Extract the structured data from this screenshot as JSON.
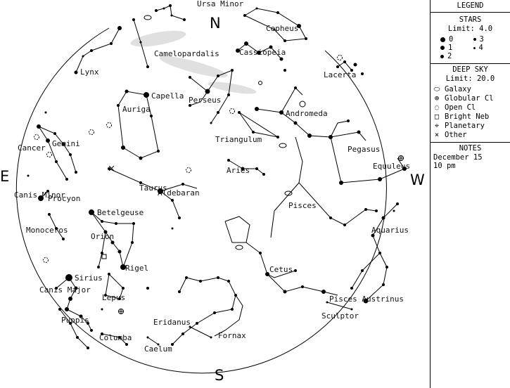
{
  "directions": {
    "north": "N",
    "south": "S",
    "east": "E",
    "west": "W"
  },
  "legend": {
    "title": "LEGEND",
    "stars_title": "STARS",
    "stars_limit": "Limit: 4.0",
    "magnitudes": [
      "0",
      "1",
      "2",
      "3",
      "4"
    ],
    "deep_sky_title": "DEEP SKY",
    "deep_sky_limit": "Limit: 20.0",
    "deep_sky_items": [
      {
        "label": "Galaxy",
        "icon": "ellipse-icon"
      },
      {
        "label": "Globular Cl",
        "icon": "circle-plus-icon"
      },
      {
        "label": "Open Cl",
        "icon": "dashed-circle-icon"
      },
      {
        "label": "Bright Neb",
        "icon": "square-icon"
      },
      {
        "label": "Planetary",
        "icon": "planetary-icon"
      },
      {
        "label": "Other",
        "icon": "x-icon"
      }
    ],
    "notes_title": "NOTES",
    "notes_date": "December 15",
    "notes_time": "10 pm"
  },
  "labels": {
    "ursa_minor": "Ursa Minor",
    "cepheus": "Cepheus",
    "camelopardalis": "Camelopardalis",
    "cassiopeia": "Cassiopeia",
    "lynx": "Lynx",
    "lacerta": "Lacerta",
    "capella": "Capella",
    "perseus": "Perseus",
    "auriga": "Auriga",
    "andromeda": "Andromeda",
    "cancer": "Cancer",
    "gemini": "Gemini",
    "triangulum": "Triangulum",
    "pegasus": "Pegasus",
    "aries": "Aries",
    "equuleus": "Equuleus",
    "canis_minor": "Canis Minor",
    "procyon": "Procyon",
    "taurus": "Taurus",
    "aldebaran": "Aldebaran",
    "pisces": "Pisces",
    "betelgeuse": "Betelgeuse",
    "monoceros": "Monoceros",
    "aquarius": "Aquarius",
    "orion": "Orion",
    "rigel": "Rigel",
    "cetus": "Cetus",
    "sirius": "Sirius",
    "canis_major": "Canis Major",
    "lepus": "Lepus",
    "pisces_austrinus": "Pisces Austrinus",
    "sculptor": "Sculptor",
    "puppis": "Puppis",
    "eridanus": "Eridanus",
    "columba": "Columba",
    "fornax": "Fornax",
    "caelum": "Caelum"
  }
}
